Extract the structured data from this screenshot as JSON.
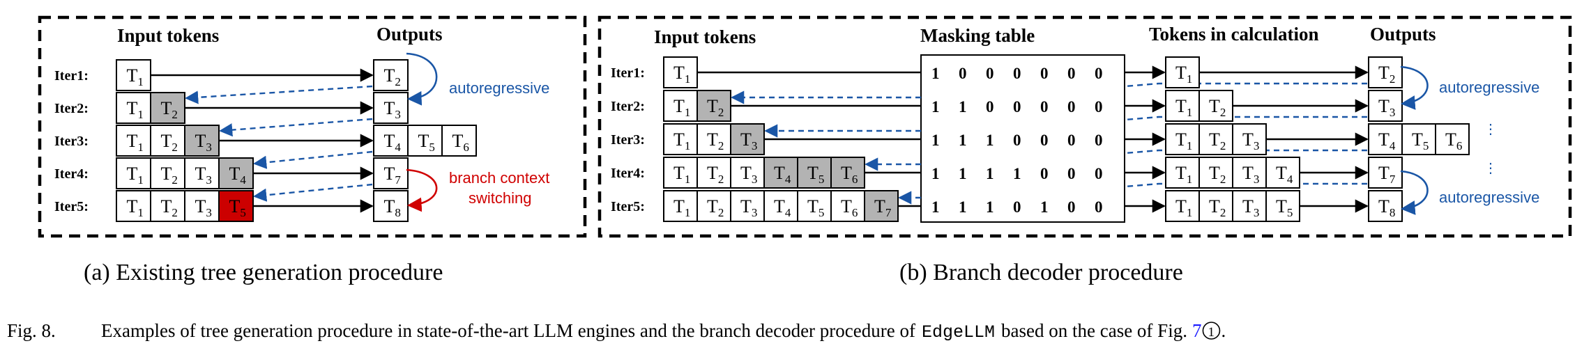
{
  "panel_a": {
    "input_header": "Input tokens",
    "output_header": "Outputs",
    "rows": [
      {
        "label": "Iter1:",
        "inputs": [
          {
            "t": "T",
            "s": "1",
            "c": "w"
          }
        ],
        "outputs": [
          {
            "t": "T",
            "s": "2"
          }
        ]
      },
      {
        "label": "Iter2:",
        "inputs": [
          {
            "t": "T",
            "s": "1",
            "c": "w"
          },
          {
            "t": "T",
            "s": "2",
            "c": "g"
          }
        ],
        "outputs": [
          {
            "t": "T",
            "s": "3"
          }
        ]
      },
      {
        "label": "Iter3:",
        "inputs": [
          {
            "t": "T",
            "s": "1",
            "c": "w"
          },
          {
            "t": "T",
            "s": "2",
            "c": "w"
          },
          {
            "t": "T",
            "s": "3",
            "c": "g"
          }
        ],
        "outputs": [
          {
            "t": "T",
            "s": "4"
          },
          {
            "t": "T",
            "s": "5"
          },
          {
            "t": "T",
            "s": "6"
          }
        ]
      },
      {
        "label": "Iter4:",
        "inputs": [
          {
            "t": "T",
            "s": "1",
            "c": "w"
          },
          {
            "t": "T",
            "s": "2",
            "c": "w"
          },
          {
            "t": "T",
            "s": "3",
            "c": "w"
          },
          {
            "t": "T",
            "s": "4",
            "c": "g"
          }
        ],
        "outputs": [
          {
            "t": "T",
            "s": "7"
          }
        ]
      },
      {
        "label": "Iter5:",
        "inputs": [
          {
            "t": "T",
            "s": "1",
            "c": "w"
          },
          {
            "t": "T",
            "s": "2",
            "c": "w"
          },
          {
            "t": "T",
            "s": "3",
            "c": "w"
          },
          {
            "t": "T",
            "s": "5",
            "c": "r"
          }
        ],
        "outputs": [
          {
            "t": "T",
            "s": "8"
          }
        ]
      }
    ],
    "autoregressive_label": "autoregressive",
    "branch_label_line1": "branch context",
    "branch_label_line2": "switching",
    "caption": "(a) Existing tree generation procedure"
  },
  "panel_b": {
    "input_header": "Input tokens",
    "mask_header": "Masking table",
    "calc_header": "Tokens in calculation",
    "output_header": "Outputs",
    "rows": [
      {
        "label": "Iter1:",
        "inputs": [
          {
            "t": "T",
            "s": "1",
            "c": "w"
          }
        ],
        "mask": [
          "1",
          "0",
          "0",
          "0",
          "0",
          "0",
          "0"
        ],
        "calc": [
          {
            "t": "T",
            "s": "1"
          }
        ],
        "outputs": [
          {
            "t": "T",
            "s": "2"
          }
        ]
      },
      {
        "label": "Iter2:",
        "inputs": [
          {
            "t": "T",
            "s": "1",
            "c": "w"
          },
          {
            "t": "T",
            "s": "2",
            "c": "g"
          }
        ],
        "mask": [
          "1",
          "1",
          "0",
          "0",
          "0",
          "0",
          "0"
        ],
        "calc": [
          {
            "t": "T",
            "s": "1"
          },
          {
            "t": "T",
            "s": "2"
          }
        ],
        "outputs": [
          {
            "t": "T",
            "s": "3"
          }
        ]
      },
      {
        "label": "Iter3:",
        "inputs": [
          {
            "t": "T",
            "s": "1",
            "c": "w"
          },
          {
            "t": "T",
            "s": "2",
            "c": "w"
          },
          {
            "t": "T",
            "s": "3",
            "c": "g"
          }
        ],
        "mask": [
          "1",
          "1",
          "1",
          "0",
          "0",
          "0",
          "0"
        ],
        "calc": [
          {
            "t": "T",
            "s": "1"
          },
          {
            "t": "T",
            "s": "2"
          },
          {
            "t": "T",
            "s": "3"
          }
        ],
        "outputs": [
          {
            "t": "T",
            "s": "4"
          },
          {
            "t": "T",
            "s": "5"
          },
          {
            "t": "T",
            "s": "6"
          }
        ]
      },
      {
        "label": "Iter4:",
        "inputs": [
          {
            "t": "T",
            "s": "1",
            "c": "w"
          },
          {
            "t": "T",
            "s": "2",
            "c": "w"
          },
          {
            "t": "T",
            "s": "3",
            "c": "w"
          },
          {
            "t": "T",
            "s": "4",
            "c": "g"
          },
          {
            "t": "T",
            "s": "5",
            "c": "g"
          },
          {
            "t": "T",
            "s": "6",
            "c": "g"
          }
        ],
        "mask": [
          "1",
          "1",
          "1",
          "1",
          "0",
          "0",
          "0"
        ],
        "calc": [
          {
            "t": "T",
            "s": "1"
          },
          {
            "t": "T",
            "s": "2"
          },
          {
            "t": "T",
            "s": "3"
          },
          {
            "t": "T",
            "s": "4"
          }
        ],
        "outputs": [
          {
            "t": "T",
            "s": "7"
          }
        ]
      },
      {
        "label": "Iter5:",
        "inputs": [
          {
            "t": "T",
            "s": "1",
            "c": "w"
          },
          {
            "t": "T",
            "s": "2",
            "c": "w"
          },
          {
            "t": "T",
            "s": "3",
            "c": "w"
          },
          {
            "t": "T",
            "s": "4",
            "c": "w"
          },
          {
            "t": "T",
            "s": "5",
            "c": "w"
          },
          {
            "t": "T",
            "s": "6",
            "c": "w"
          },
          {
            "t": "T",
            "s": "7",
            "c": "g"
          }
        ],
        "mask": [
          "1",
          "1",
          "1",
          "0",
          "1",
          "0",
          "0"
        ],
        "calc": [
          {
            "t": "T",
            "s": "1"
          },
          {
            "t": "T",
            "s": "2"
          },
          {
            "t": "T",
            "s": "3"
          },
          {
            "t": "T",
            "s": "5"
          }
        ],
        "outputs": [
          {
            "t": "T",
            "s": "8"
          }
        ]
      }
    ],
    "autoregressive_label": "autoregressive",
    "ellipsis": "⋮",
    "caption": "(b) Branch decoder procedure"
  },
  "figure_caption": {
    "prefix": "Fig. 8.",
    "text": "Examples of tree generation procedure in state-of-the-art LLM engines and the branch decoder procedure of",
    "system_name": "EdgeLLM",
    "middle": "based on the case of Fig.",
    "fig_ref": "7",
    "step_marker": "1",
    "end": "."
  },
  "colors": {
    "gray_cell": "#b3b3b3",
    "red_cell": "#cc0000",
    "blue_accent": "#1a56a6",
    "red_accent": "#d00000",
    "link_blue": "#1a1aff"
  }
}
